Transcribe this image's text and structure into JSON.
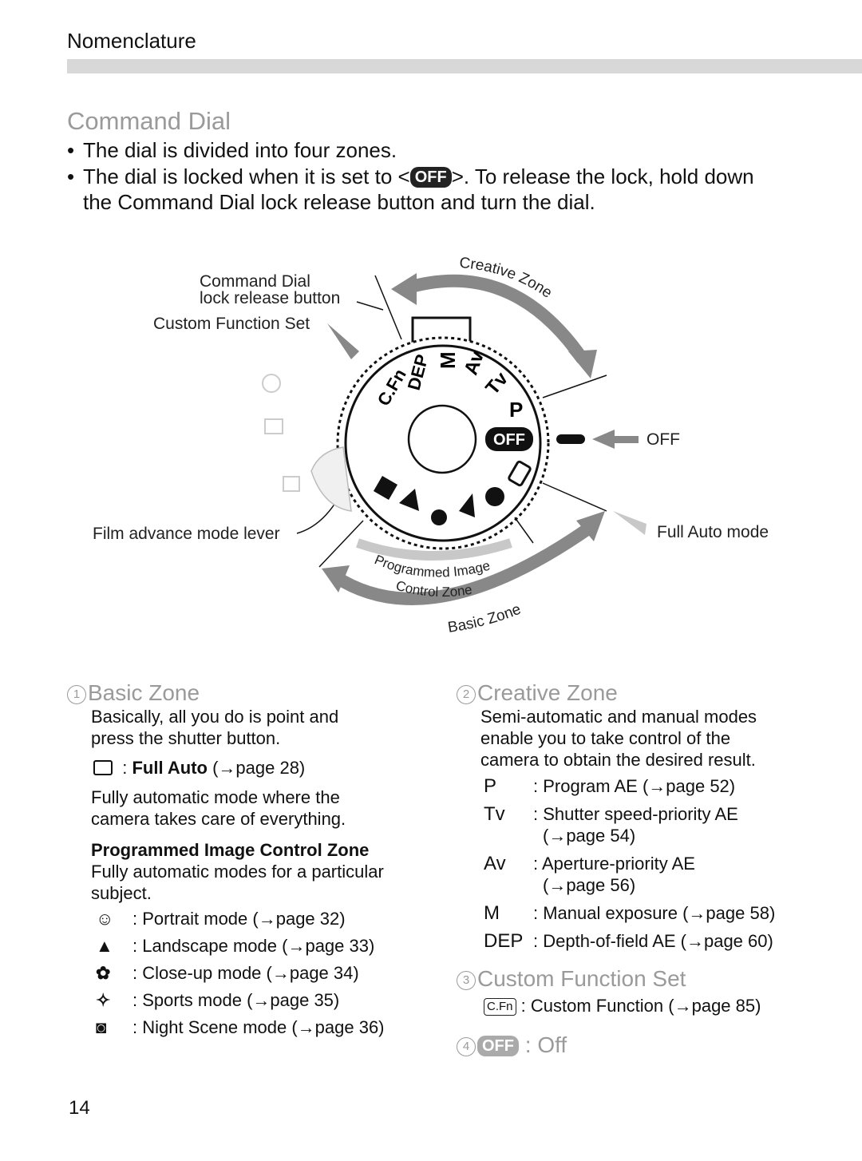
{
  "header": {
    "section": "Nomenclature"
  },
  "title": "Command Dial",
  "bullets": {
    "b1": "The dial is divided into four zones.",
    "b2_pre": "The dial is locked when it is set to <",
    "b2_badge": "OFF",
    "b2_post": ">. To release the lock, hold down",
    "b2_cont": "the Command Dial lock release button and turn the dial."
  },
  "diagram": {
    "lock_label_1": "Command Dial",
    "lock_label_2": "lock release button",
    "custom_fn_label": "Custom Function Set",
    "film_lever_label": "Film advance mode lever",
    "off_label": "OFF",
    "full_auto_label": "Full Auto mode",
    "creative_zone_arc": "Creative Zone",
    "pic_zone_1": "Programmed Image",
    "pic_zone_2": "Control Zone",
    "basic_zone_arc": "Basic Zone",
    "dial_marks": [
      "C.Fn",
      "DEP",
      "M",
      "Av",
      "Tv",
      "P",
      "OFF"
    ],
    "colors": {
      "dark": "#111111",
      "arrow": "#888888",
      "arrow_light": "#c8c8c8"
    }
  },
  "basic": {
    "num": "1",
    "title": "Basic Zone",
    "desc1": "Basically, all you do is point and",
    "desc2": "press the shutter button.",
    "full_auto_name": "Full Auto",
    "full_auto_ref": " (→page 28)",
    "full_auto_desc1": "Fully automatic mode where the",
    "full_auto_desc2": "camera takes care of everything.",
    "pic_title": "Programmed Image Control Zone",
    "pic_desc1": "Fully automatic modes for a particular",
    "pic_desc2": "subject.",
    "modes": [
      {
        "icon": "portrait-icon",
        "text": ": Portrait mode (→page 32)"
      },
      {
        "icon": "landscape-icon",
        "text": ": Landscape mode (→page 33)"
      },
      {
        "icon": "closeup-icon",
        "text": ": Close-up mode (→page 34)"
      },
      {
        "icon": "sports-icon",
        "text": ": Sports mode (→page 35)"
      },
      {
        "icon": "night-scene-icon",
        "text": ": Night Scene mode (→page 36)"
      }
    ]
  },
  "creative": {
    "num": "2",
    "title": "Creative Zone",
    "desc1": "Semi-automatic and manual modes",
    "desc2": "enable you to take control of the",
    "desc3": "camera to obtain the desired result.",
    "modes": [
      {
        "glyph": "P",
        "text": ": Program AE (→page 52)"
      },
      {
        "glyph": "Tv",
        "text": ": Shutter speed-priority AE",
        "text2": "(→page 54)"
      },
      {
        "glyph": "Av",
        "text": ": Aperture-priority AE",
        "text2": "(→page 56)"
      },
      {
        "glyph": "M",
        "text": ": Manual exposure (→page 58)"
      },
      {
        "glyph": "DEP",
        "text": ": Depth-of-field AE (→page 60)"
      }
    ]
  },
  "custom": {
    "num": "3",
    "title": "Custom Function Set",
    "badge": "C.Fn",
    "text": ": Custom Function (→page 85)"
  },
  "off": {
    "num": "4",
    "badge": "OFF",
    "text": ": Off"
  },
  "page_number": "14"
}
